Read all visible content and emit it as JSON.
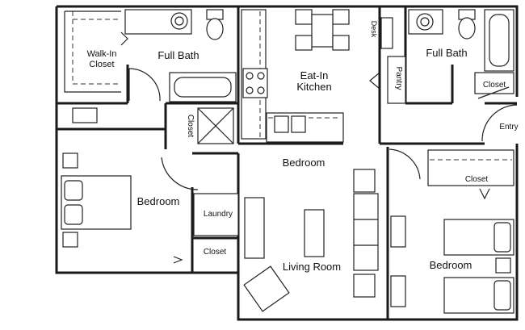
{
  "rooms": {
    "walk_in_closet": {
      "line1": "Walk-In",
      "line2": "Closet"
    },
    "full_bath_left": "Full Bath",
    "eat_in_kitchen": {
      "line1": "Eat-In",
      "line2": "Kitchen"
    },
    "desk": "Desk",
    "pantry": "Pantry",
    "full_bath_right": "Full Bath",
    "closet_right_bath": "Closet",
    "entry": "Entry",
    "closet_hall": "Closet",
    "bedroom_center": "Bedroom",
    "bedroom_left": "Bedroom",
    "laundry": "Laundry",
    "closet_left_bottom": "Closet",
    "living_room": "Living Room",
    "closet_right_bedroom": "Closet",
    "bedroom_right": "Bedroom"
  }
}
